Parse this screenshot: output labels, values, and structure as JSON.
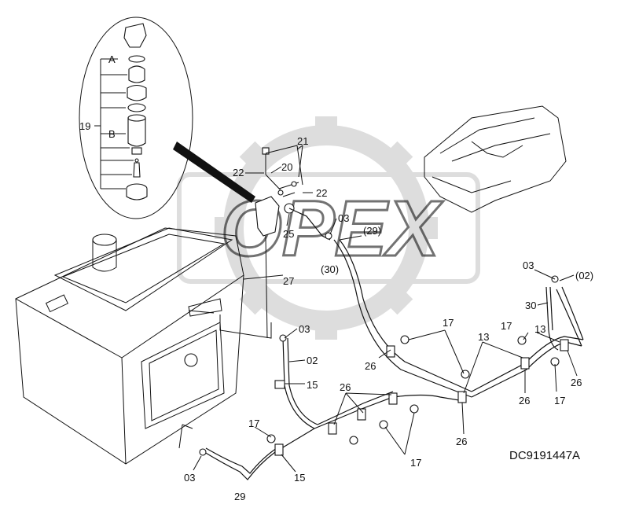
{
  "diagram_code": "DC9191447A",
  "watermark_text": "OPEX",
  "labels": {
    "A": "A",
    "B": "B",
    "p19": "19",
    "p21": "21",
    "p22a": "22",
    "p20": "20",
    "p22b": "22",
    "p03a": "03",
    "p29a": "(29)",
    "p25": "25",
    "p30a": "(30)",
    "p27": "27",
    "p03b": "03",
    "p02": "02",
    "p15a": "15",
    "p17a": "17",
    "p26a": "26",
    "p26b": "26",
    "p13a": "13",
    "p17b": "17",
    "p13b": "13",
    "p26c": "26",
    "p26d": "26",
    "p17c": "17",
    "p03c": "03",
    "p02b": "(02)",
    "p30b": "30",
    "p17d": "17",
    "p17e": "17",
    "p26e": "26",
    "p15b": "15",
    "p03d": "03",
    "p29b": "29"
  }
}
